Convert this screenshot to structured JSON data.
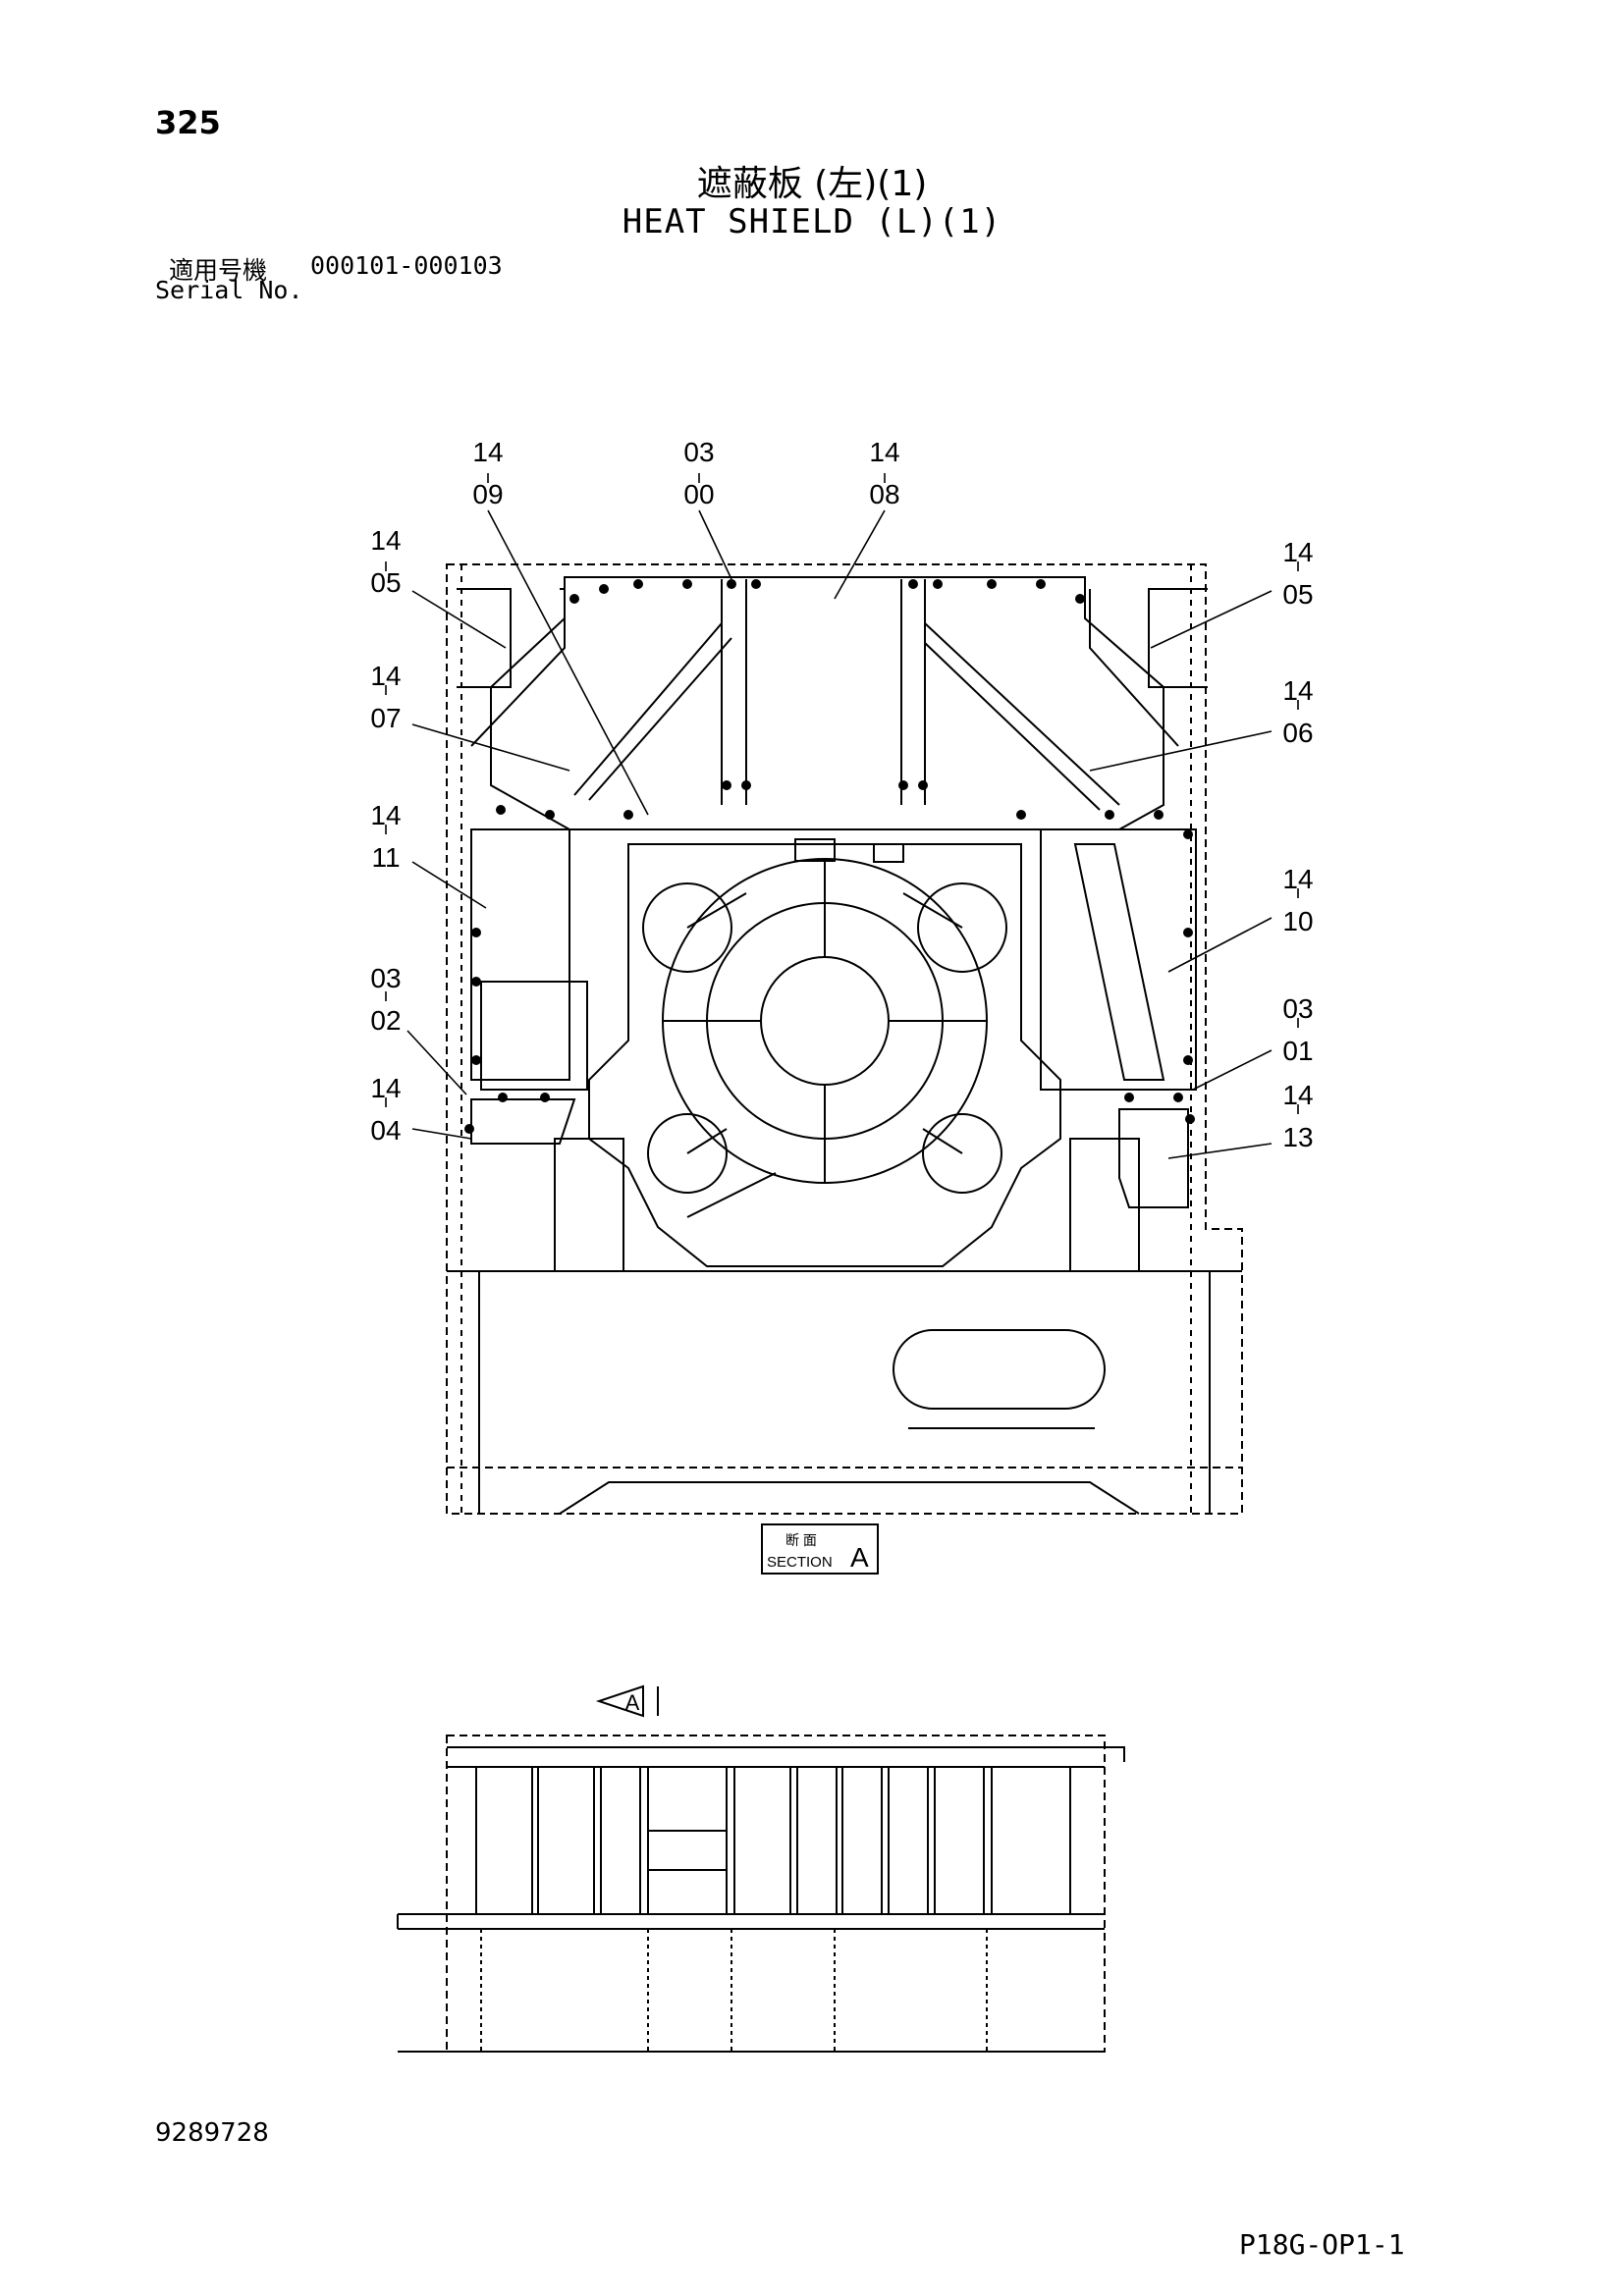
{
  "header": {
    "page_number": "325",
    "title_jp": "遮蔽板 (左)(1)",
    "title_en": "HEAT SHIELD (L)(1)",
    "serial_label_jp": "適用号機",
    "serial_range": "000101-000103",
    "serial_label_en": "Serial No."
  },
  "callouts": [
    {
      "group": "14",
      "item": "09"
    },
    {
      "group": "03",
      "item": "00"
    },
    {
      "group": "14",
      "item": "08"
    },
    {
      "group": "14",
      "item": "05"
    },
    {
      "group": "14",
      "item": "05"
    },
    {
      "group": "14",
      "item": "07"
    },
    {
      "group": "14",
      "item": "06"
    },
    {
      "group": "14",
      "item": "11"
    },
    {
      "group": "14",
      "item": "10"
    },
    {
      "group": "03",
      "item": "02"
    },
    {
      "group": "03",
      "item": "01"
    },
    {
      "group": "14",
      "item": "04"
    },
    {
      "group": "14",
      "item": "13"
    }
  ],
  "section_label": {
    "jp": "断 面",
    "en": "SECTION",
    "letter": "A"
  },
  "view_marker": {
    "letter": "A"
  },
  "footer": {
    "doc_number": "9289728",
    "sheet_code": "P18G-OP1-1"
  }
}
